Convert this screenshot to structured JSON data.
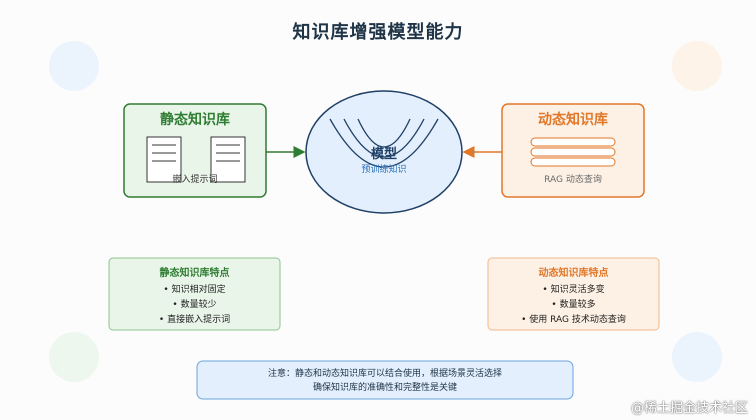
{
  "title": "知识库增强模型能力",
  "static_kb": {
    "title": "静态知识库",
    "doc_caption": "嵌入提示词",
    "color": "#2f7d32",
    "fill": "#eaf5ea"
  },
  "model": {
    "title": "模型",
    "subtitle": "预训练知识",
    "color": "#1f3f66",
    "fill": "#e3effc"
  },
  "dynamic_kb": {
    "title": "动态知识库",
    "caption": "RAG 动态查询",
    "color": "#e0782a",
    "fill": "#fdf0e4"
  },
  "static_features": {
    "title": "静态知识库特点",
    "items": [
      "知识相对固定",
      "数量较少",
      "直接嵌入提示词"
    ]
  },
  "dynamic_features": {
    "title": "动态知识库特点",
    "items": [
      "知识灵活多变",
      "数量较多",
      "使用 RAG 技术动态查询"
    ]
  },
  "note": {
    "line1": "注意：静态和动态知识库可以结合使用，根据场景灵活选择",
    "line2": "确保知识库的准确性和完整性是关键"
  },
  "watermark": "@稀土掘金技术社区"
}
